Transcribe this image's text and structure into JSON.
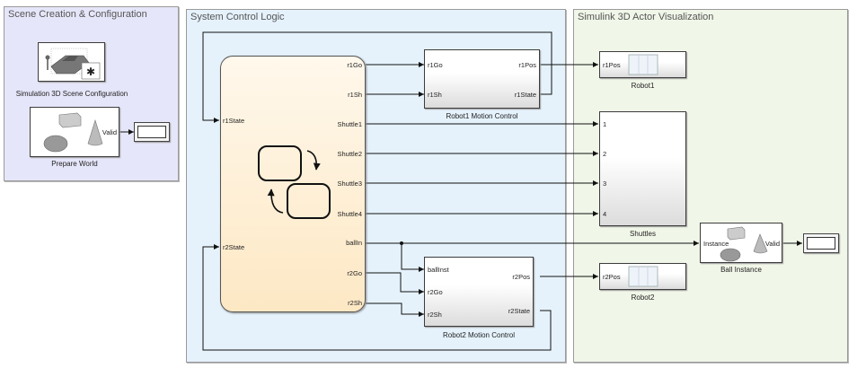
{
  "areas": {
    "scene": {
      "title": "Scene Creation & Configuration",
      "color": "#e6e6fa"
    },
    "control": {
      "title": "System Control Logic",
      "color": "#e5f2fc"
    },
    "viz": {
      "title": "Simulink 3D Actor Visualization",
      "color": "#f0f6e8"
    }
  },
  "blocks": {
    "scene_config": {
      "label": "Simulation 3D Scene Configuration",
      "icon": "car-scene-gear-icon"
    },
    "prepare_world": {
      "label": "Prepare World",
      "out_port": "Valid",
      "icon": "3d-shapes-icon"
    },
    "chart": {
      "icon": "stateflow-chart-icon",
      "inputs": [
        "r1State",
        "r2State"
      ],
      "outputs": [
        "r1Go",
        "r1Sh",
        "Shuttle1",
        "Shuttle2",
        "Shuttle3",
        "Shuttle4",
        "ballIn",
        "r2Go",
        "r2Sh"
      ]
    },
    "robot1_motion": {
      "label": "Robot1 Motion Control",
      "inputs": [
        "r1Go",
        "r1Sh"
      ],
      "outputs": [
        "r1Pos",
        "r1State"
      ]
    },
    "robot2_motion": {
      "label": "Robot2 Motion Control",
      "inputs": [
        "ballInst",
        "r2Go",
        "r2Sh"
      ],
      "outputs": [
        "r2Pos",
        "r2State"
      ]
    },
    "robot1": {
      "label": "Robot1",
      "inputs": [
        "r1Pos"
      ]
    },
    "robot2": {
      "label": "Robot2",
      "inputs": [
        "r2Pos"
      ]
    },
    "shuttles": {
      "label": "Shuttles",
      "inputs": [
        "1",
        "2",
        "3",
        "4"
      ]
    },
    "ball_instance": {
      "label": "Ball Instance",
      "in_port": "Instance",
      "out_port": "Valid",
      "icon": "3d-shapes-icon"
    }
  }
}
